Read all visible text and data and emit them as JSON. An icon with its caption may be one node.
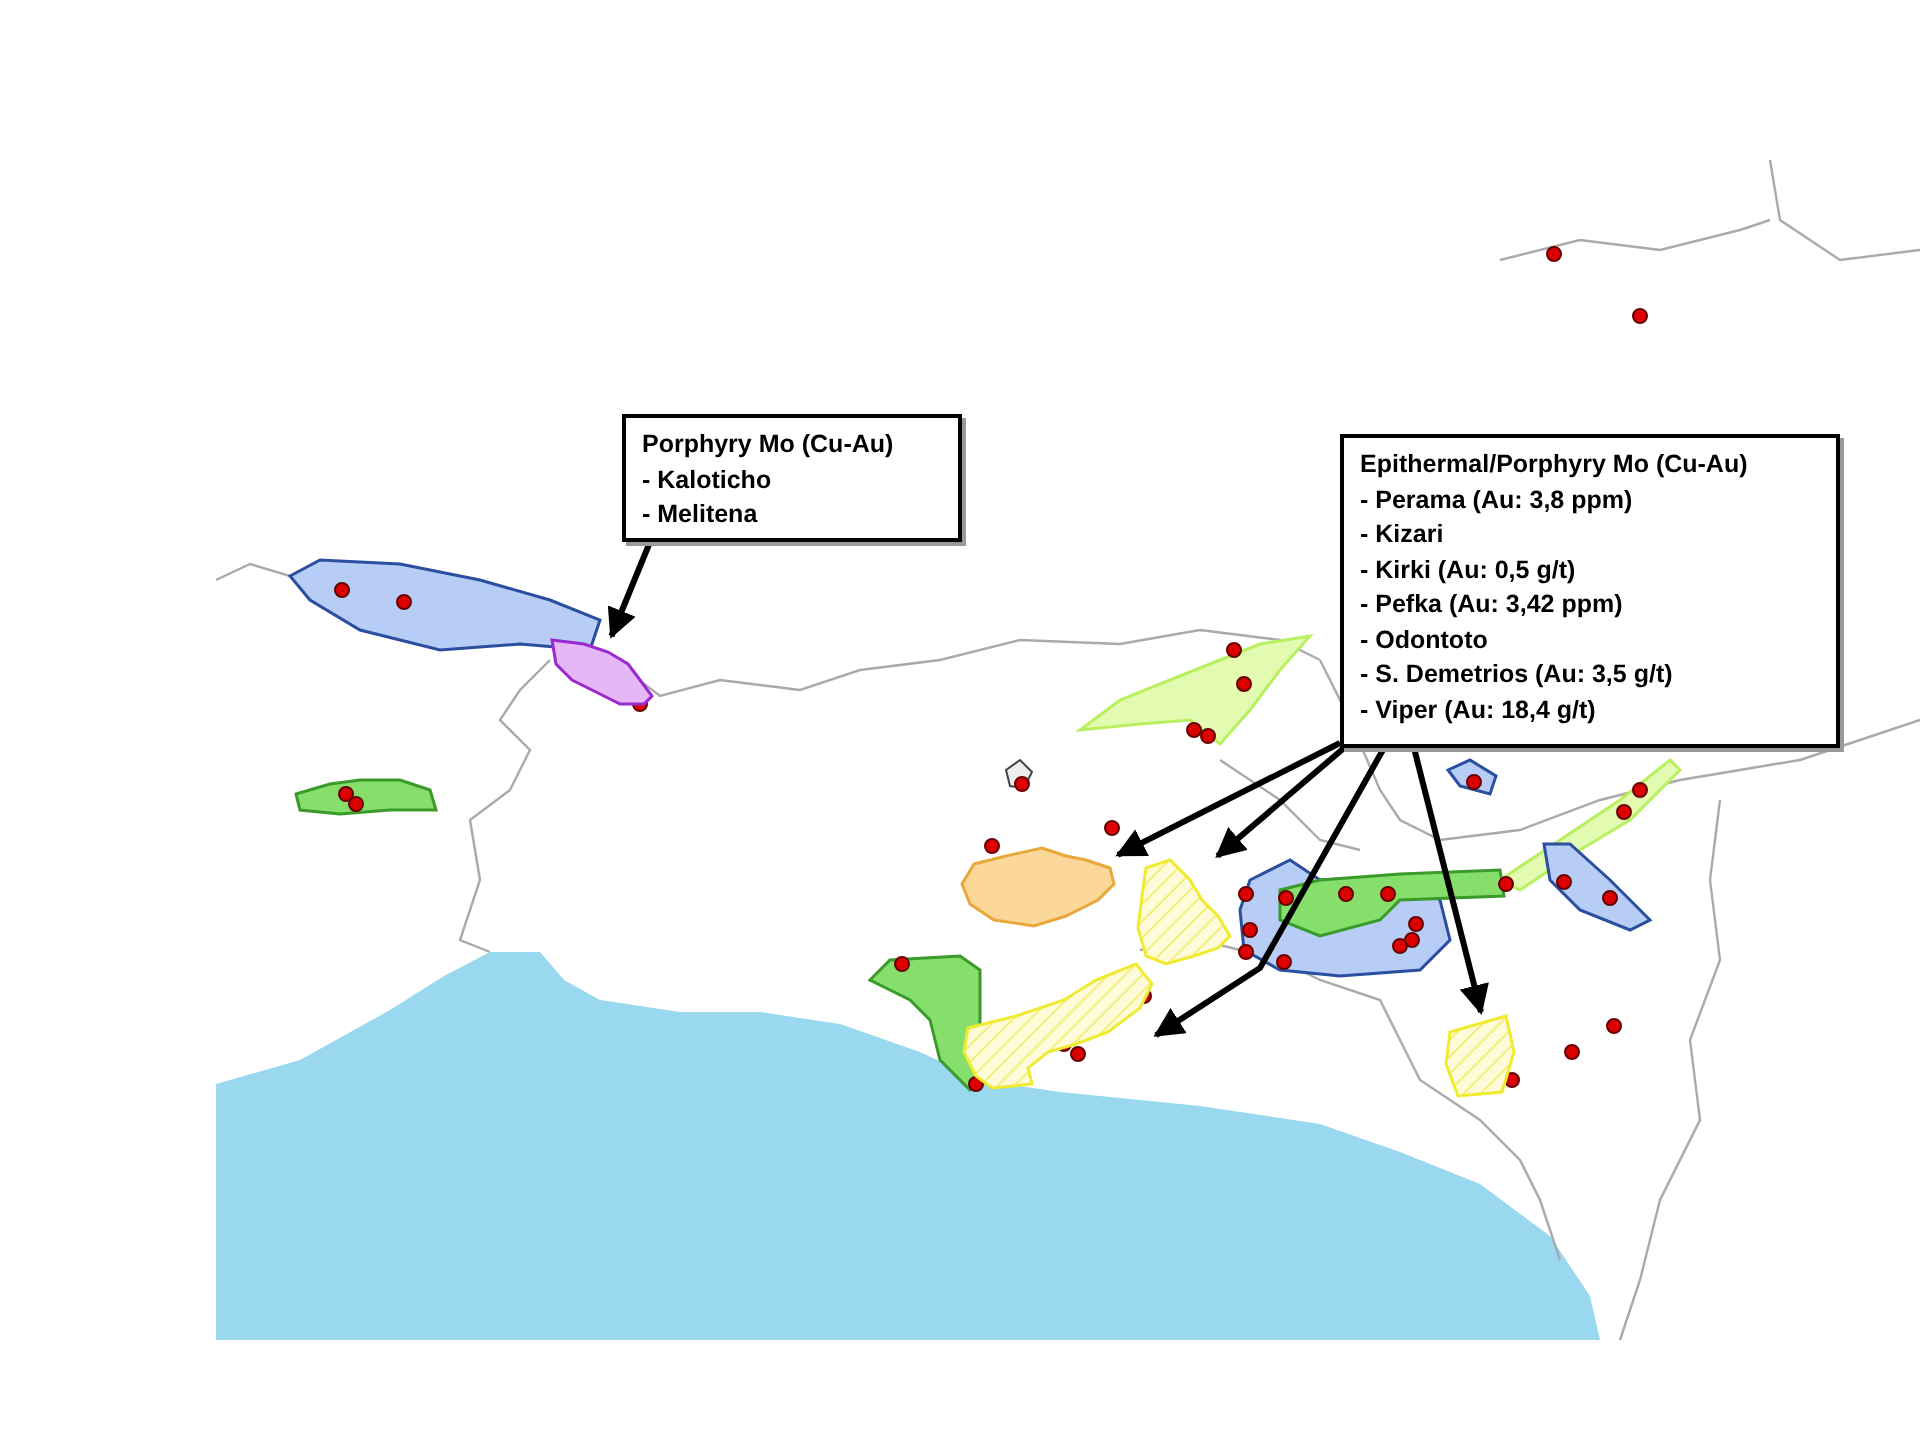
{
  "diagram": {
    "nodes": [
      {
        "text": [
          "Porphyry Mo (Cu-Au)",
          "- Kaloticho",
          "- Melitena"
        ]
      },
      {
        "text": [
          "Epithermal/Porphyry Mo (Cu-Au)",
          "- Perama (Au: 3,8 ppm)",
          "- Kizari",
          "- Kirki (Au: 0,5 g/t)",
          "- Pefka (Au: 3,42 ppm)",
          "- Odontoto",
          "- S. Demetrios (Au: 3,5 g/t)",
          "- Viper (Au: 18,4 g/t)"
        ]
      },
      {
        "text": [],
        "shape": "polygon"
      },
      {
        "text": [],
        "shape": "polygon"
      },
      {
        "text": [],
        "shape": "polygon"
      },
      {
        "text": [],
        "shape": "polygon"
      },
      {
        "text": [],
        "shape": "polygon"
      }
    ],
    "edges": [
      {
        "from": 0,
        "to": 2,
        "arrow": "to"
      },
      {
        "from": 1,
        "to": 3,
        "arrow": "to"
      },
      {
        "from": 1,
        "to": 4,
        "arrow": "to"
      },
      {
        "from": 1,
        "to": 5,
        "arrow": "to"
      },
      {
        "from": 1,
        "to": 6,
        "arrow": "to"
      }
    ]
  }
}
